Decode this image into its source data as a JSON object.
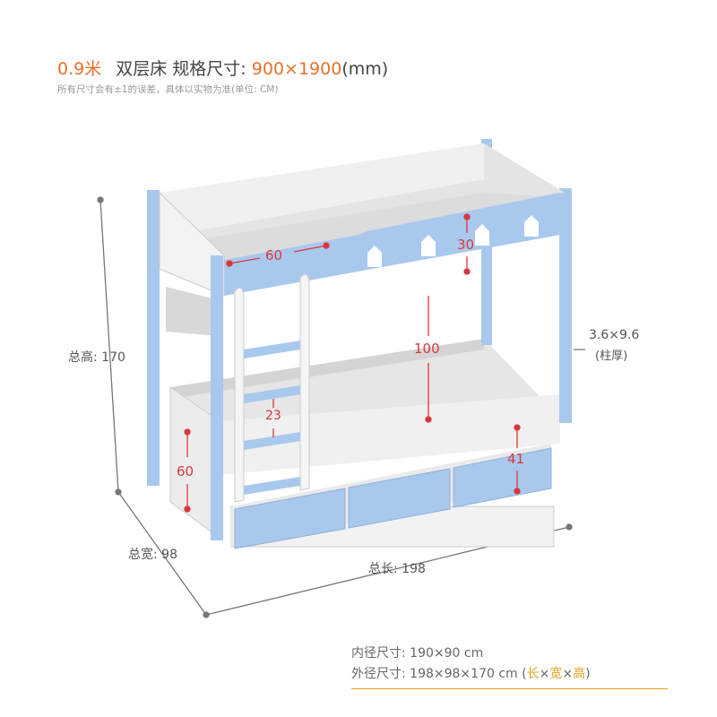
{
  "header": {
    "size_label": "0.9米",
    "product": "双层床 规格尺寸:",
    "spec": "900×1900",
    "unit": "(mm)",
    "note": "所有尺寸会有±1的误差，具体以实物为准(单位: CM)"
  },
  "dimensions": {
    "total_height": "总高: 170",
    "total_width": "总宽: 98",
    "total_length": "总长: 198",
    "post_size": "3.6×9.6",
    "post_note": "(柱厚)",
    "rail_length": "60",
    "guard_height": "30",
    "clearance": "100",
    "ladder_step": "23",
    "lower_height": "60",
    "drawer_height": "41"
  },
  "footer": {
    "inner_label": "内径尺寸: 190×90 cm",
    "outer_label": "外径尺寸: 198×98×170 cm",
    "paren_open": "(",
    "l": "长",
    "x1": "×",
    "w": "宽",
    "x2": "×",
    "h": "高",
    "paren_close": ")"
  },
  "colors": {
    "accent": "#e8702a",
    "blue": "#a9c8ee",
    "white": "#ececec",
    "red": "#d9383a",
    "gold": "#e2a31d"
  }
}
